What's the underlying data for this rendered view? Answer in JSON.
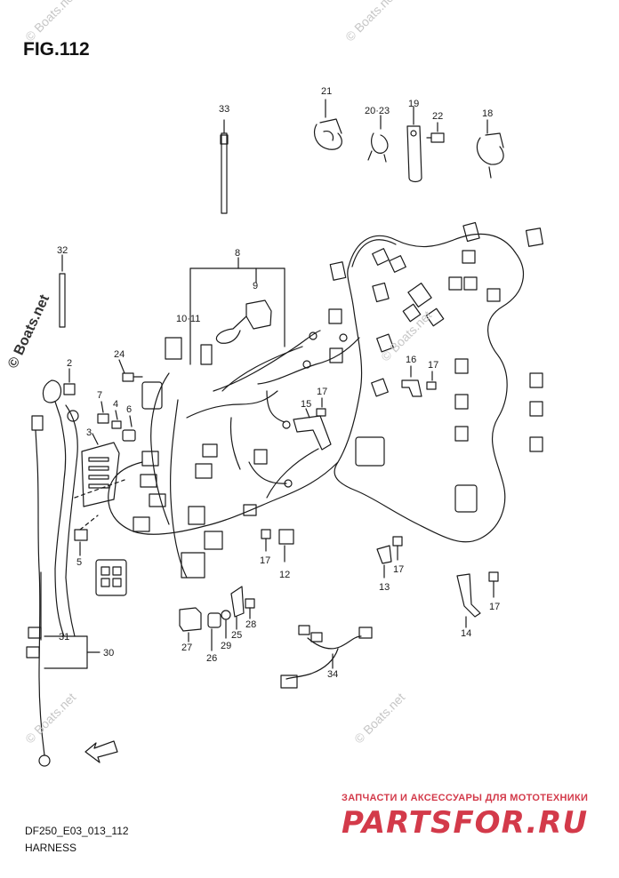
{
  "figure": {
    "title": "FIG.112",
    "code": "DF250_E03_013_112",
    "name": "HARNESS"
  },
  "watermarks": {
    "side": "© Boats.net",
    "faint": "© Boats.net"
  },
  "brand": {
    "tagline": "ЗАПЧАСТИ И АКСЕССУАРЫ ДЛЯ МОТОТЕХНИКИ",
    "logo": "PARTSFOR.RU"
  },
  "callouts": {
    "c33": "33",
    "c21": "21",
    "c20_23": "20·23",
    "c19": "19",
    "c22": "22",
    "c18": "18",
    "c32": "32",
    "c8": "8",
    "c9": "9",
    "c10_11": "10·11",
    "c24": "24",
    "c2": "2",
    "c7": "7",
    "c4": "4",
    "c6": "6",
    "c3": "3",
    "c5": "5",
    "c16": "16",
    "c17a": "17",
    "c17b": "17",
    "c15": "15",
    "c17c": "17",
    "c12": "12",
    "c17d": "17",
    "c13": "13",
    "c17e": "17",
    "c14": "14",
    "c27": "27",
    "c26": "26",
    "c29": "29",
    "c25": "25",
    "c28": "28",
    "c31": "31",
    "c30": "30",
    "c34": "34",
    "fwd": "FWD"
  },
  "colors": {
    "ink": "#1a1a1a",
    "brand": "#d33a4a",
    "watermark": "#c7c7c7"
  }
}
